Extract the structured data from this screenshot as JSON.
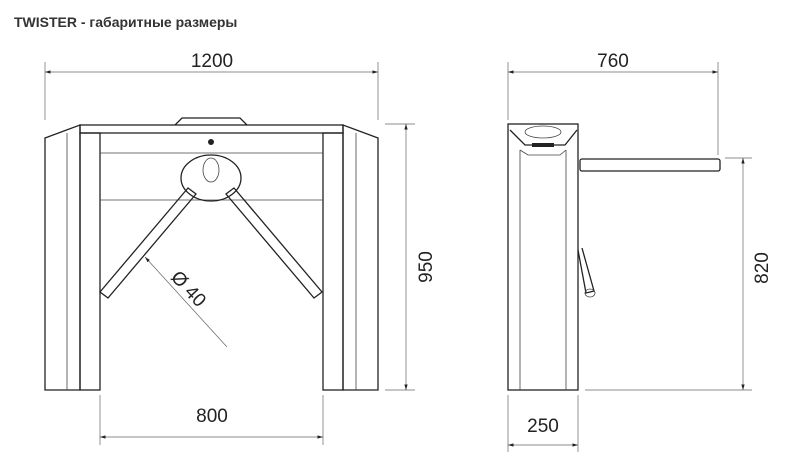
{
  "title": "TWISTER - габаритные размеры",
  "front_view": {
    "width_label": "1200",
    "height_label": "950",
    "passage_label": "800",
    "arm_diameter_label": "Ø 40"
  },
  "side_view": {
    "depth_label": "760",
    "arm_height_label": "820",
    "body_width_label": "250"
  }
}
